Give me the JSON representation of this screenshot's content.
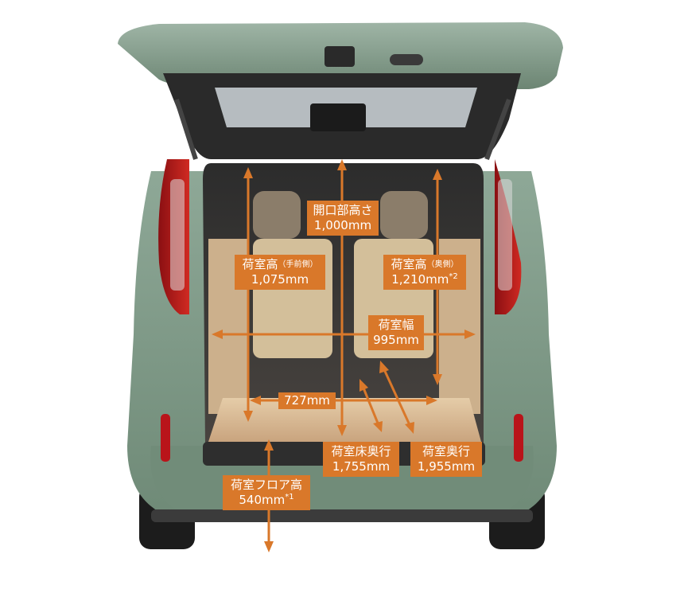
{
  "colors": {
    "accent": "#d9782a",
    "label_text": "#ffffff",
    "body_paint": "#7f9a86",
    "cargo_floor": "#d8b896"
  },
  "dimensions": {
    "opening_height": {
      "title": "開口部高さ",
      "value": "1,000mm"
    },
    "cargo_height_front": {
      "title": "荷室高",
      "qualifier": "（手前側）",
      "value": "1,075mm"
    },
    "cargo_height_rear": {
      "title": "荷室高",
      "qualifier": "（奥側）",
      "value": "1,210mm",
      "note": "*2"
    },
    "cargo_width": {
      "title": "荷室幅",
      "value": "995mm"
    },
    "inner_width": {
      "value": "727mm"
    },
    "floor_length": {
      "title": "荷室床奥行",
      "value": "1,755mm"
    },
    "cargo_length": {
      "title": "荷室奥行",
      "value": "1,955mm"
    },
    "floor_height": {
      "title": "荷室フロア高",
      "value": "540mm",
      "note": "*1"
    }
  }
}
